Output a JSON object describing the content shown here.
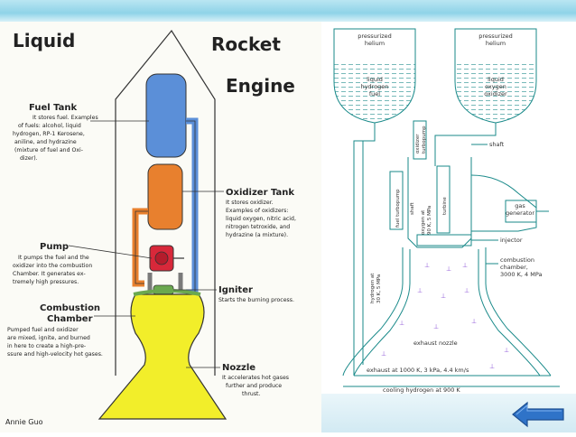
{
  "left": {
    "title_line1": "Liquid",
    "title_line2": "Rocket",
    "title_line3": "Engine",
    "fuel_tank": {
      "heading": "Fuel Tank",
      "lines": [
        "It stores fuel. Examples",
        "of fuels: alcohol, liquid",
        "hydrogen, RP-1 Kerosene,",
        "aniline, and hydrazine",
        "(mixture of fuel and Oxi-",
        "dizer)."
      ]
    },
    "oxidizer_tank": {
      "heading": "Oxidizer Tank",
      "lines": [
        "It stores oxidizer.",
        "Examples of oxidizers:",
        "liquid oxygen, nitric acid,",
        "nitrogen tetroxide, and",
        "hydrazine (a mixture)."
      ]
    },
    "pump": {
      "heading": "Pump",
      "lines": [
        "It pumps the fuel and the",
        "oxidizer into the combustion",
        "Chamber. It generates ex-",
        "tremely high pressures."
      ]
    },
    "igniter": {
      "heading": "Igniter",
      "lines": [
        "Starts the burning process."
      ]
    },
    "combustion_chamber": {
      "heading_line1": "Combustion",
      "heading_line2": "Chamber",
      "lines": [
        "Pumped fuel and oxidizer",
        "are mixed, ignite, and burned",
        "in here to create a high-pre-",
        "ssure and high-velocity hot gases."
      ]
    },
    "nozzle": {
      "heading": "Nozzle",
      "lines": [
        "It accelerates hot gases",
        "further and produce",
        "thrust."
      ]
    },
    "signature": "Annie Guo"
  },
  "right": {
    "helium_left": [
      "pressurized",
      "helium"
    ],
    "helium_right": [
      "pressurized",
      "helium"
    ],
    "fuel_tank": [
      "liquid",
      "hydrogen",
      "fuel"
    ],
    "oxidizer_tank": [
      "liquid",
      "oxygen",
      "oxidizer"
    ],
    "oxidizer_turbopump": [
      "oxidizer",
      "turbopump"
    ],
    "fuel_turbopump": "fuel turbopump",
    "shaft_vertical": "shaft",
    "turbine": "turbine",
    "oxygen_pressure": [
      "oxygen at",
      "90 K, 5 MPa"
    ],
    "hydrogen_pressure": [
      "hydrogen at",
      "30 K, 5 MPa"
    ],
    "shaft_label": "shaft",
    "gas_generator": [
      "gas",
      "generator"
    ],
    "injector": "injector",
    "combustion_chamber": [
      "combustion",
      "chamber,",
      "3000 K, 4 MPa"
    ],
    "exhaust_nozzle": "exhaust nozzle",
    "exhaust": "exhaust at 1000 K, 3 kPa, 4.4 km/s",
    "cooling": "cooling hydrogen at 900 K"
  },
  "colors": {
    "fuel_tank_fill": "#5b8fd8",
    "oxidizer_fill": "#e8802e",
    "pump_fill": "#d8283a",
    "chamber_fill": "#f2ee2a",
    "igniter_fill": "#6aa84f",
    "diagram_line": "#1a8a8a",
    "accent_arrow": "#8a4fd6",
    "back_button": "#2f73c8"
  },
  "nav": {
    "back_icon": "left-arrow-icon"
  }
}
